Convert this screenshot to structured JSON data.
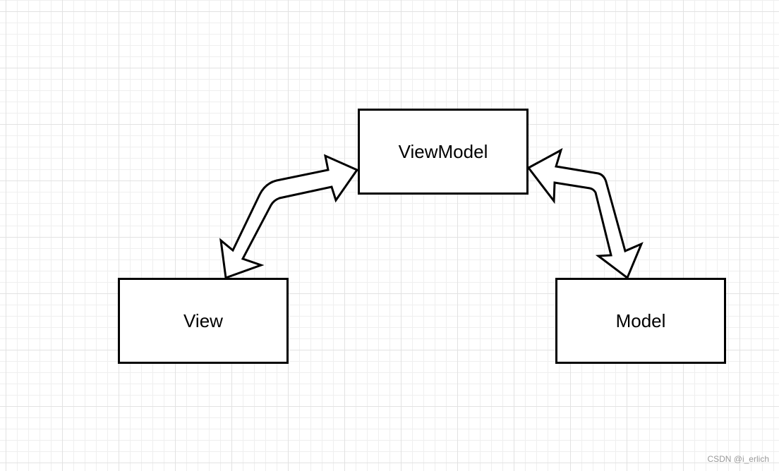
{
  "diagram": {
    "nodes": [
      {
        "id": "viewmodel",
        "label": "ViewModel"
      },
      {
        "id": "view",
        "label": "View"
      },
      {
        "id": "model",
        "label": "Model"
      }
    ],
    "edges": [
      {
        "from": "view",
        "to": "viewmodel",
        "direction": "bidirectional"
      },
      {
        "from": "model",
        "to": "viewmodel",
        "direction": "bidirectional"
      }
    ]
  },
  "watermark": "CSDN @i_erlich",
  "colors": {
    "stroke": "#000000",
    "fill": "#ffffff",
    "grid": "#e2e2e2"
  }
}
